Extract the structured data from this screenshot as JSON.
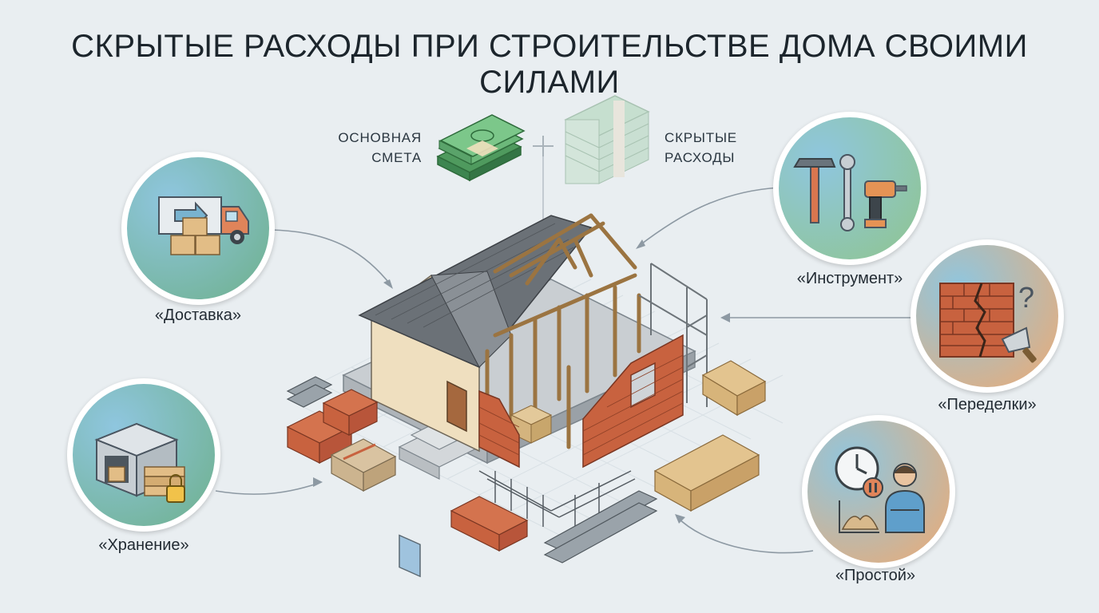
{
  "title": "СКРЫТЫЕ РАСХОДЫ ПРИ СТРОИТЕЛЬСТВЕ ДОМА СВОИМИ СИЛАМИ",
  "legend": {
    "main_estimate": [
      "ОСНОВНАЯ",
      "СМЕТА"
    ],
    "plus_sign": "+",
    "hidden_costs": [
      "СКРЫТЫЕ",
      "РАСХОДЫ"
    ]
  },
  "categories": {
    "delivery": "«Доставка»",
    "storage": "«Хранение»",
    "tools": "«Инструмент»",
    "rework": "«Переделки»",
    "downtime": "«Простой»"
  },
  "icons": {
    "delivery": "delivery-truck-icon",
    "storage": "storage-container-lock-icon",
    "tools": "hammer-wrench-drill-icon",
    "rework": "cracked-brick-wall-icon",
    "downtime": "clock-pause-worker-icon",
    "money_main": "cash-bundle-icon",
    "money_hidden": "cash-stack-icon"
  },
  "colors": {
    "background": "#e9eef1",
    "brick": "#c8623f",
    "wood": "#d9b074",
    "roof": "#5b6066",
    "wall": "#ecdcb8",
    "money": "#5aa36a",
    "arrow": "#8d99a3"
  }
}
